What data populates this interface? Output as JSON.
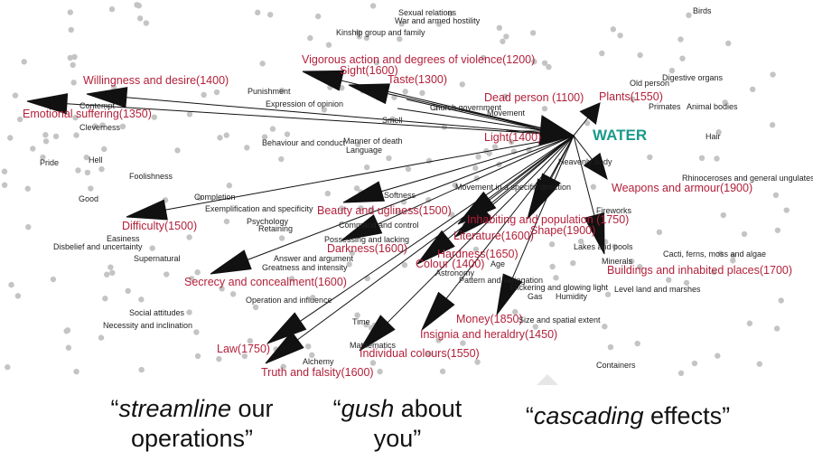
{
  "center": {
    "label": "WATER",
    "color": "#1a9a8a"
  },
  "red_color": "#b3203a",
  "highlighted": [
    "Emotional suffering(1350)",
    "Willingness and desire(1400)",
    "Vigorous action and degrees of violence(1200)",
    "Sight(1600)",
    "Taste(1300)",
    "Dead person (1100)",
    "Plants(1550)",
    "Light(1400)",
    "Weapons and armour(1900)",
    "Difficulty(1500)",
    "Beauty and ugliness(1500)",
    "Inhabiting and population (1750)",
    "Shape(1900)",
    "Literature(1600)",
    "Darkness(1600)",
    "Hardness(1650)",
    "Colour (1400)",
    "Buildings and inhabited places(1700)",
    "Secrecy and concealment(1600)",
    "Money(1850)",
    "Insignia and heraldry(1450)",
    "Law(1750)",
    "Individual colours(1550)",
    "Truth and falsity(1600)"
  ],
  "other": [
    "Sexual relations",
    "War and armed hostility",
    "Kinship group and family",
    "Birds",
    "Punishment",
    "Expression of opinion",
    "Contempt",
    "Cleverness",
    "Smell",
    "Church government",
    "Movement",
    "Digestive organs",
    "Old person",
    "Primates",
    "Animal bodies",
    "Hair",
    "Behaviour and conduct",
    "Manner of death",
    "Language",
    "Pride",
    "Hell",
    "Foolishness",
    "Heavenly body",
    "Rhinoceroses and general ungulates",
    "Completion",
    "Exemplification and specificity",
    "Softness",
    "Movement in a specific direction",
    "Good",
    "Psychology",
    "Retaining",
    "Command and control",
    "Fireworks",
    "Easiness",
    "Disbelief and uncertainty",
    "Possessing and lacking",
    "Supernatural",
    "Answer and argument",
    "Greatness and intensity",
    "Lakes and pools",
    "Cacti, ferns, moss and algae",
    "Minerals",
    "Age",
    "Astronomy",
    "Pattern and variegation",
    "Flickering and glowing light",
    "Gas",
    "Humidity",
    "Level land and marshes",
    "Operation and influence",
    "Social attitudes",
    "Necessity and inclination",
    "Size and spatial extent",
    "Time",
    "Mathematics",
    "Alchemy",
    "Containers"
  ],
  "quotes": [
    {
      "pre": "“",
      "em": "streamline",
      "post": " our operations”"
    },
    {
      "pre": "“",
      "em": "gush",
      "post": " about you”"
    },
    {
      "pre": "“",
      "em": "cascading",
      "post": " effects”"
    }
  ]
}
